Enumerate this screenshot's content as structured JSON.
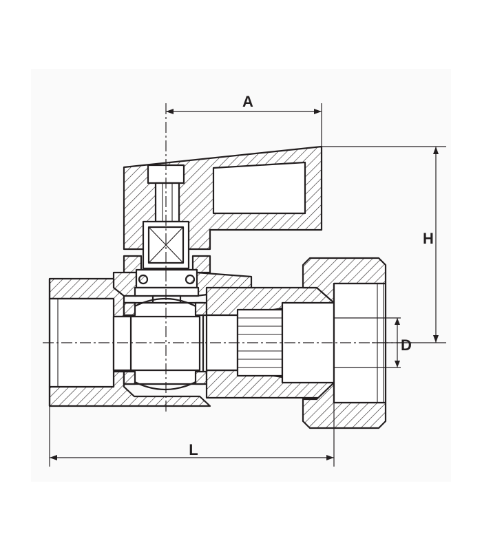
{
  "drawing": {
    "labels": {
      "a": "A",
      "h": "H",
      "d": "D",
      "l": "L"
    },
    "colors": {
      "line": "#231f20",
      "background": "#fafafa",
      "paper": "#ffffff"
    }
  }
}
